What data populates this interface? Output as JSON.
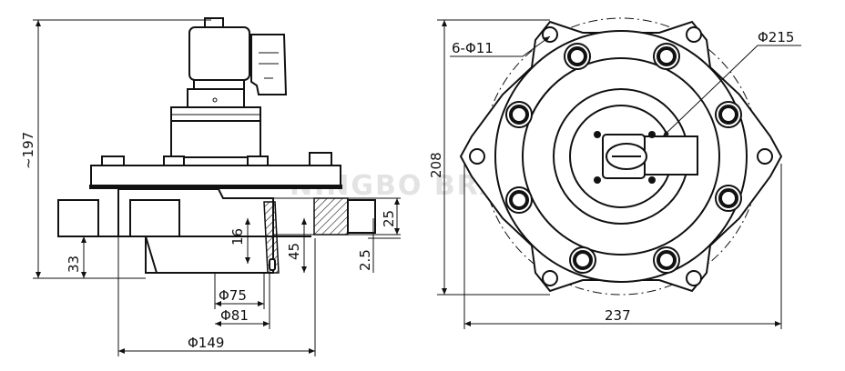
{
  "watermark": "NINGBO BRANDO",
  "side_view": {
    "dims": {
      "total_height": "~197",
      "bottom_height": "33",
      "d75": "Φ75",
      "d81": "Φ81",
      "d149": "Φ149",
      "h16": "16",
      "h45": "45",
      "h25": "25",
      "h2_5": "2.5"
    }
  },
  "top_view": {
    "dims": {
      "holes": "6-Φ11",
      "d215": "Φ215",
      "height": "208",
      "width": "237"
    }
  }
}
